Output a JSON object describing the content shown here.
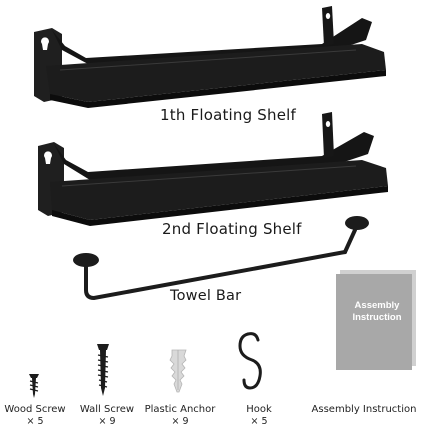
{
  "shelves": [
    {
      "label": "1th Floating Shelf"
    },
    {
      "label": "2nd Floating Shelf"
    }
  ],
  "towel_bar": {
    "label": "Towel Bar"
  },
  "hardware": [
    {
      "name": "Wood Screw",
      "qty": "× 5",
      "icon": "wood-screw-icon"
    },
    {
      "name": "Wall Screw",
      "qty": "× 9",
      "icon": "wall-screw-icon"
    },
    {
      "name": "Plastic Anchor",
      "qty": "× 9",
      "icon": "plastic-anchor-icon"
    },
    {
      "name": "Hook",
      "qty": "× 5",
      "icon": "s-hook-icon"
    },
    {
      "name": "Assembly Instruction",
      "qty": "",
      "icon": "instruction-booklet-icon"
    }
  ],
  "booklet": {
    "title": "Assembly Instruction"
  },
  "colors": {
    "shelf": "#1c1c1c",
    "shelf_edge": "#0c0c0c",
    "booklet": "#a8a8a8",
    "anchor": "#d9d9d9"
  }
}
